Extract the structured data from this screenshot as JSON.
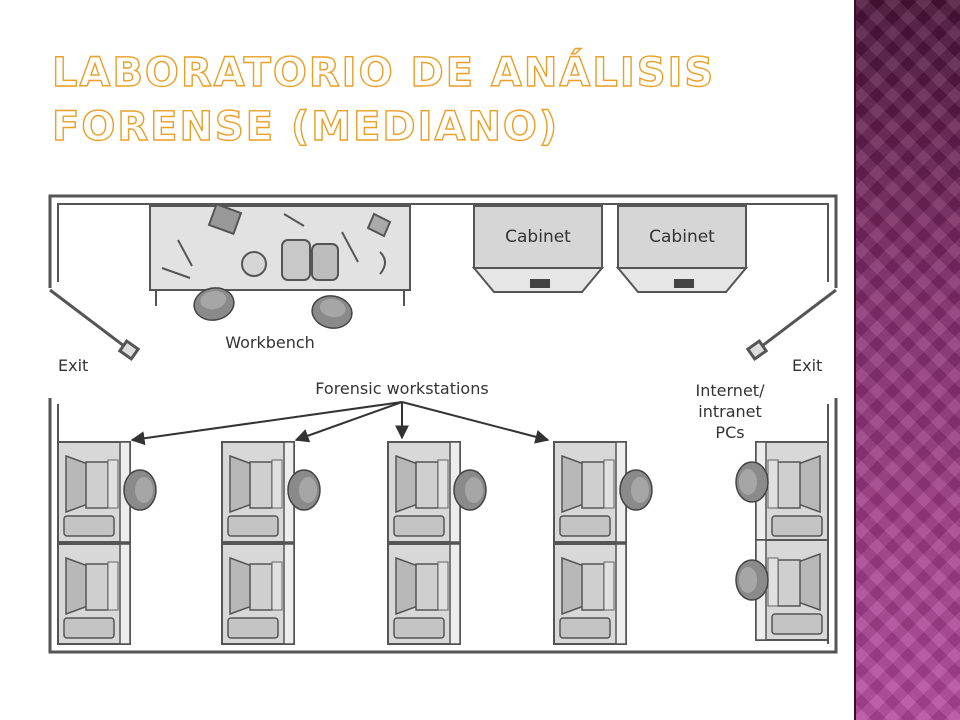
{
  "slide": {
    "title_line1": "LABORATORIO DE ANÁLISIS",
    "title_line2": "FORENSE (MEDIANO)"
  },
  "diagram": {
    "cabinet_left": "Cabinet",
    "cabinet_right": "Cabinet",
    "workbench": "Workbench",
    "exit_left": "Exit",
    "exit_right": "Exit",
    "forensic_workstations": "Forensic workstations",
    "internet_line1": "Internet/",
    "internet_line2": "intranet",
    "internet_line3": "PCs"
  },
  "colors": {
    "title_outline": "#e8a028",
    "accent_panel": "#8a2f72"
  }
}
